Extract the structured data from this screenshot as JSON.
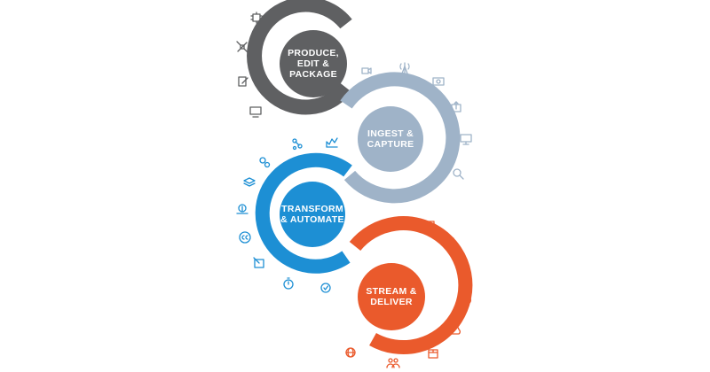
{
  "stages": [
    {
      "id": "produce",
      "label": "PRODUCE,\nEDIT &\nPACKAGE",
      "color": "#5f6062"
    },
    {
      "id": "ingest",
      "label": "INGEST &\nCAPTURE",
      "color": "#9fb3c8"
    },
    {
      "id": "transform",
      "label": "TRANSFORM\n& AUTOMATE",
      "color": "#1d8fd4"
    },
    {
      "id": "stream",
      "label": "STREAM &\nDELIVER",
      "color": "#ea5a2c"
    }
  ],
  "icons": {
    "produce": [
      "chip-icon",
      "satellite-icon",
      "edit-document-icon",
      "monitor-icon"
    ],
    "ingest": [
      "video-camera-icon",
      "antenna-icon",
      "camera-icon",
      "upload-icon",
      "screen-icon",
      "search-icon"
    ],
    "transform": [
      "network-icon",
      "analytics-chart-icon",
      "gears-icon",
      "layers-icon",
      "cloud-upload-icon",
      "closed-caption-icon",
      "edit-image-icon",
      "stopwatch-icon",
      "check-circle-icon"
    ],
    "stream": [
      "cast-screen-icon",
      "equalizer-icon",
      "devices-icon",
      "phone-signal-icon",
      "cloud-devices-icon",
      "package-icon",
      "audience-icon",
      "globe-icon"
    ]
  }
}
